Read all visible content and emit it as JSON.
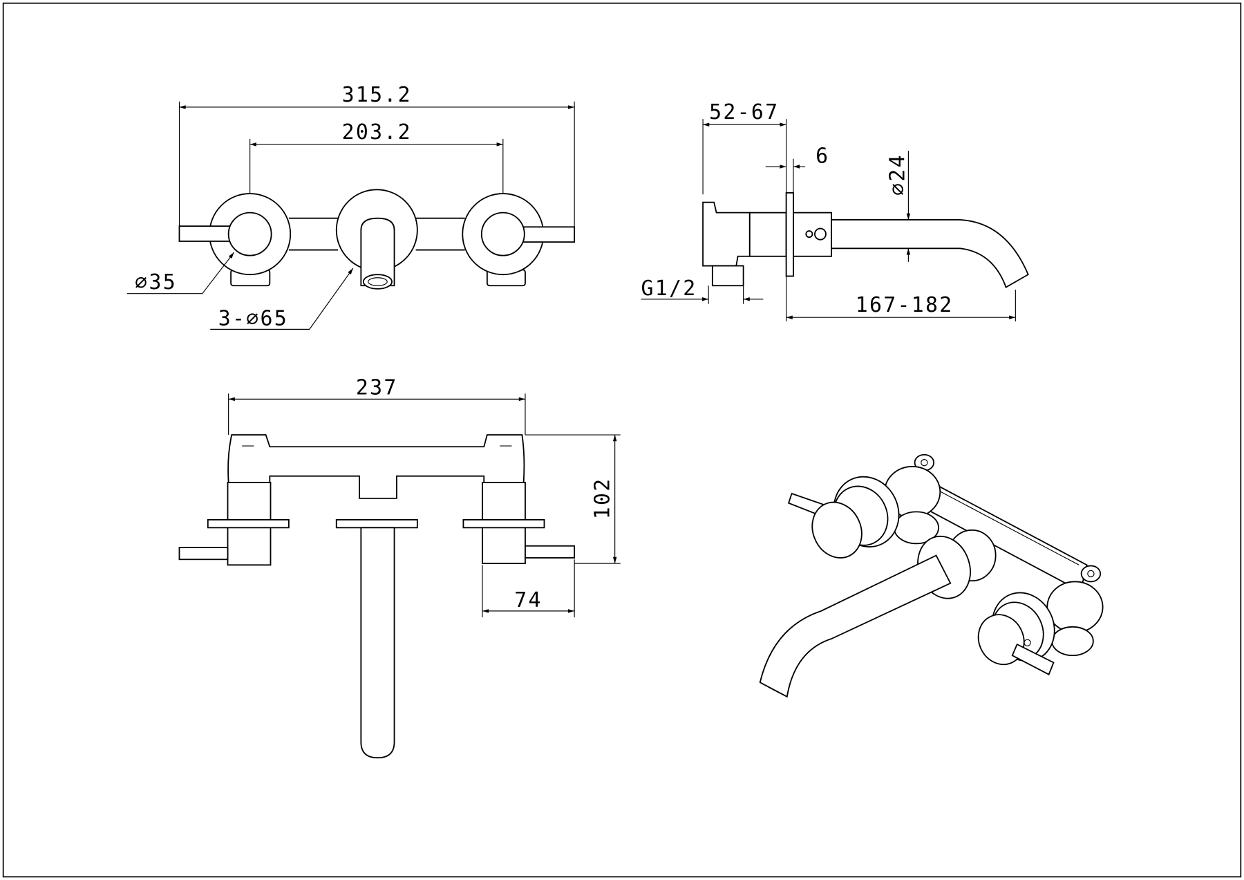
{
  "drawing": {
    "front_view": {
      "overall_width": "315.2",
      "handle_centers": "203.2",
      "handle_diameter": "∅35",
      "escutcheon_diameter": "3-∅65"
    },
    "side_view": {
      "body_depth": "52-67",
      "flange_thickness": "6",
      "spout_diameter": "∅24",
      "thread": "G1/2",
      "spout_reach": "167-182"
    },
    "top_view": {
      "body_width": "237",
      "height": "102",
      "handle_length": "74"
    }
  }
}
